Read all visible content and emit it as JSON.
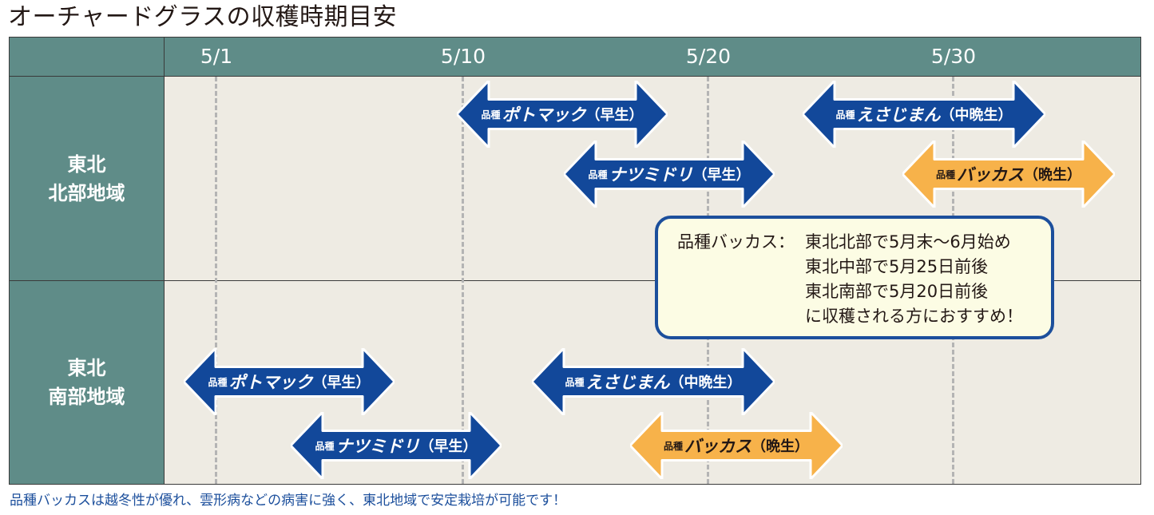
{
  "title": "オーチャードグラスの収穫時期目安",
  "dates": [
    "5/1",
    "5/10",
    "5/20",
    "5/30"
  ],
  "regions": [
    {
      "line1": "東北",
      "line2": "北部地域"
    },
    {
      "line1": "東北",
      "line2": "南部地域"
    }
  ],
  "varieties": {
    "potomac": {
      "prefix": "品種",
      "name": "ポトマック",
      "suffix": "（早生）"
    },
    "natsumidori": {
      "prefix": "品種",
      "name": "ナツミドリ",
      "suffix": "（早生）"
    },
    "esajiman": {
      "prefix": "品種",
      "name": "えさじまん",
      "suffix": "（中晩生）"
    },
    "bacchus": {
      "prefix": "品種",
      "name": "バッカス",
      "suffix": "（晩生）"
    }
  },
  "colors": {
    "early_mid": "#12489a",
    "late": "#f7b24a",
    "header": "#5f8c88",
    "body": "#eeebe3"
  },
  "callout": {
    "head": "品種バッカス：",
    "lines": [
      "東北北部で5月末～6月始め",
      "東北中部で5月25日前後",
      "東北南部で5月20日前後",
      "に収穫される方におすすめ！"
    ]
  },
  "footnote": "品種バッカスは越冬性が優れ、雲形病などの病害に強く、東北地域で安定栽培が可能です！"
}
